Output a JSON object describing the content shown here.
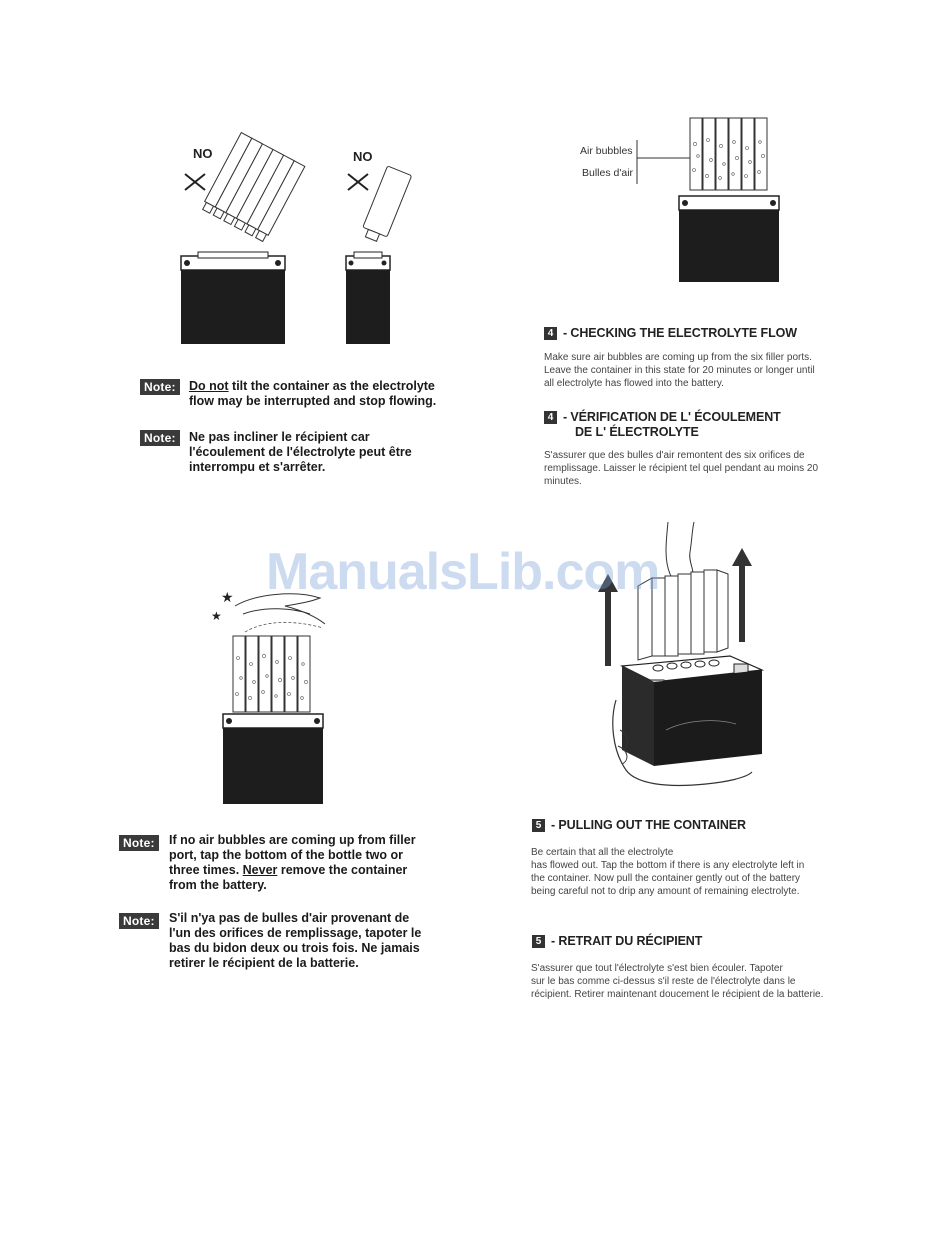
{
  "top_left": {
    "no_label_1": "NO",
    "no_label_2": "NO",
    "note_badge": "Note:",
    "note_en_1": "Do not",
    "note_en_2": " tilt the container as the electrolyte",
    "note_en_3": "flow may be interrupted and stop flowing.",
    "note_fr_1": "Ne pas incliner le récipient car",
    "note_fr_2": "l'écoulement de l'électrolyte peut être",
    "note_fr_3": "interrompu et s'arrêter."
  },
  "top_right": {
    "air_bubbles_en": "Air bubbles",
    "air_bubbles_fr": "Bulles d'air",
    "step4_num": "4",
    "step4_title_en": "- CHECKING THE ELECTROLYTE FLOW",
    "step4_body_en": [
      "Make sure air bubbles are coming up from the six filler ports.",
      "Leave the container in this state for 20 minutes or longer until",
      "all electrolyte has flowed into the battery."
    ],
    "step4_title_fr_1": "- VÉRIFICATION DE L' ÉCOULEMENT",
    "step4_title_fr_2": "DE L' ÉLECTROLYTE",
    "step4_body_fr": [
      "S'assurer que des bulles d'air remontent des six orifices de",
      "remplissage. Laisser le récipient tel quel pendant au moins 20",
      "minutes."
    ]
  },
  "bottom_left": {
    "note_badge": "Note:",
    "note_en_1": "If no air bubbles are coming up from filler",
    "note_en_2": "port, tap the bottom of the bottle two or",
    "note_en_3a": "three times. ",
    "note_en_3b": "Never",
    "note_en_3c": " remove the container",
    "note_en_4": "from the battery.",
    "note_fr_1": "S'il n'ya pas de bulles d'air provenant de",
    "note_fr_2": "l'un des orifices de remplissage, tapoter le",
    "note_fr_3": "bas du bidon deux ou trois fois. Ne jamais",
    "note_fr_4": "retirer le récipient de la batterie."
  },
  "bottom_right": {
    "step5_num": "5",
    "step5_title_en": "- PULLING OUT  THE CONTAINER",
    "step5_body_en": [
      "Be certain that all the electrolyte",
      "has flowed out. Tap the bottom if there is any electrolyte left in",
      "the container. Now pull the container gently out of the battery",
      "being careful not to drip any amount of remaining electrolyte."
    ],
    "step5_title_fr": "- RETRAIT DU RÉCIPIENT",
    "step5_body_fr": [
      "S'assurer que tout l'électrolyte s'est bien écouler. Tapoter",
      "sur le bas comme ci-dessus s'il reste de l'électrolyte dans le",
      "récipient. Retirer maintenant doucement le récipient de la batterie."
    ]
  },
  "watermark": "ManualsLib.com"
}
